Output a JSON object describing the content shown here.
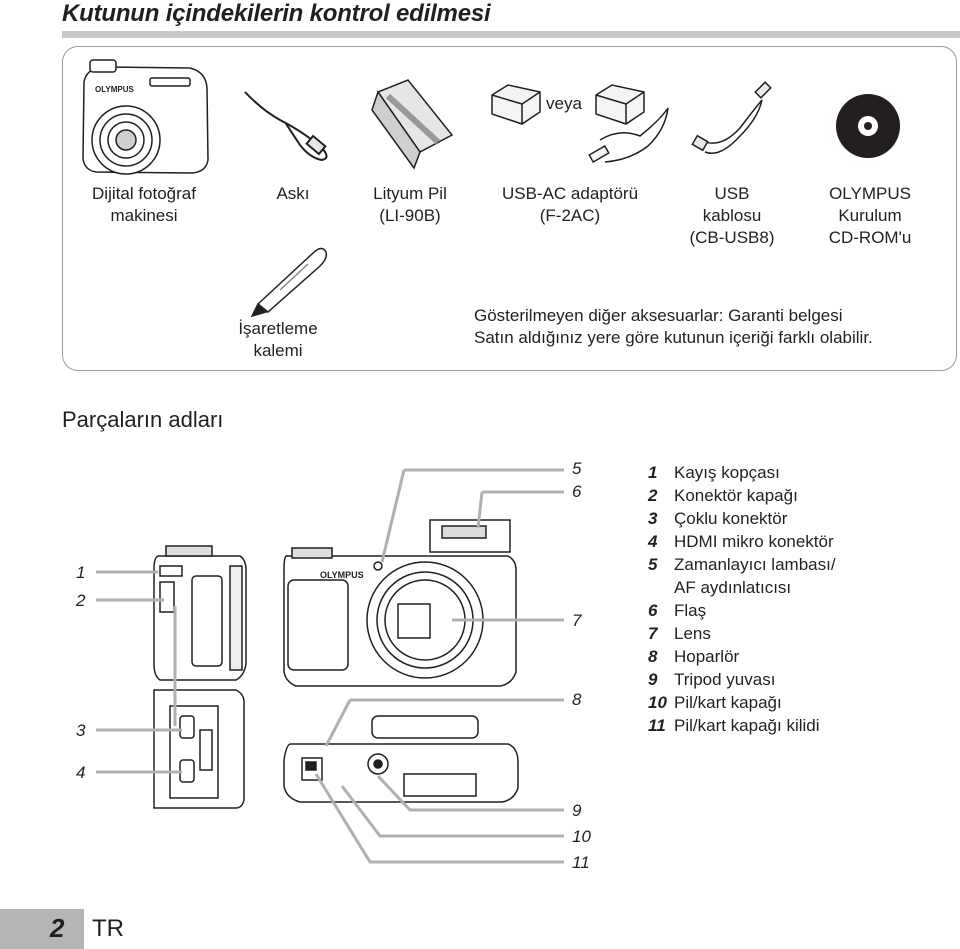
{
  "header": {
    "title": "Kutunun içindekilerin kontrol edilmesi"
  },
  "contents": {
    "items": [
      {
        "label_line1": "Dijital fotoğraf",
        "label_line2": "makinesi",
        "icon": "camera-icon"
      },
      {
        "label_line1": "Askı",
        "icon": "strap-icon"
      },
      {
        "label_line1": "Lityum Pil",
        "label_line2": "(LI-90B)",
        "icon": "battery-icon"
      },
      {
        "label_line1": "USB-AC adaptörü",
        "label_line2": "(F-2AC)",
        "icon": "ac-adapter-icon"
      },
      {
        "label_line1": "USB",
        "label_line2": "kablosu",
        "label_line3": "(CB-USB8)",
        "icon": "usb-cable-icon"
      },
      {
        "label_line1": "OLYMPUS",
        "label_line2": "Kurulum",
        "label_line3": "CD-ROM'u",
        "icon": "cd-rom-icon"
      }
    ],
    "or_label": "veya",
    "pen": {
      "label_line1": "İşaretleme",
      "label_line2": "kalemi"
    },
    "note_line1": "Gösterilmeyen diğer aksesuarlar: Garanti belgesi",
    "note_line2": "Satın aldığınız yere göre kutunun içeriği farklı olabilir.",
    "brand_text": "OLYMPUS"
  },
  "parts": {
    "heading": "Parçaların adları",
    "callouts": [
      "1",
      "2",
      "3",
      "4",
      "5",
      "6",
      "7",
      "8",
      "9",
      "10",
      "11"
    ],
    "list": [
      {
        "n": "1",
        "label": "Kayış kopçası"
      },
      {
        "n": "2",
        "label": "Konektör kapağı"
      },
      {
        "n": "3",
        "label": "Çoklu konektör"
      },
      {
        "n": "4",
        "label": "HDMI mikro konektör"
      },
      {
        "n": "5",
        "label": "Zamanlayıcı lambası/"
      },
      {
        "n": "",
        "label": "AF aydınlatıcısı"
      },
      {
        "n": "6",
        "label": "Flaş"
      },
      {
        "n": "7",
        "label": "Lens"
      },
      {
        "n": "8",
        "label": "Hoparlör"
      },
      {
        "n": "9",
        "label": "Tripod yuvası"
      },
      {
        "n": "10",
        "label": "Pil/kart kapağı"
      },
      {
        "n": "11",
        "label": "Pil/kart kapağı kilidi"
      }
    ],
    "camera_brand": "OLYMPUS"
  },
  "footer": {
    "page_number": "2",
    "lang": "TR"
  }
}
